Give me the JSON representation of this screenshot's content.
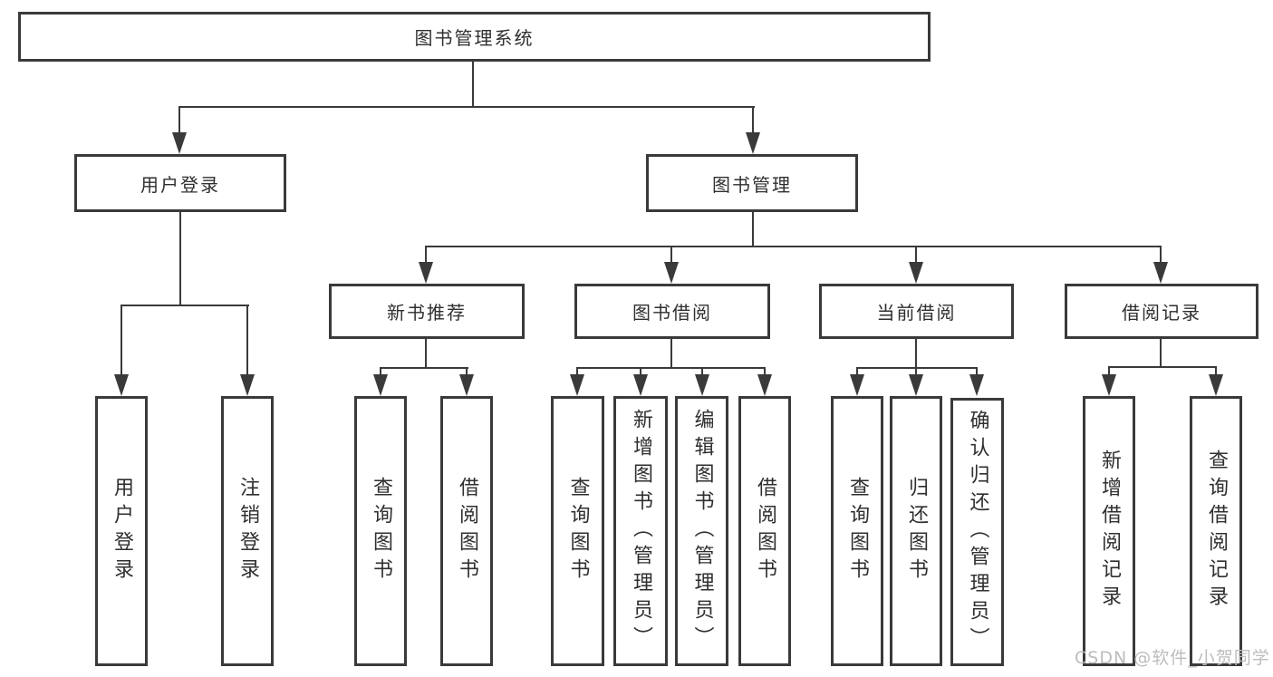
{
  "tree": {
    "root": "图书管理系统",
    "level2": {
      "user_login": "用户登录",
      "book_mgmt": "图书管理"
    },
    "level3": {
      "new_book_rec": "新书推荐",
      "book_borrow": "图书借阅",
      "current_borrow": "当前借阅",
      "borrow_records": "借阅记录"
    },
    "leaves": {
      "user_login": "用户登录",
      "logout": "注销登录",
      "rec_query_book": "查询图书",
      "rec_borrow_book": "借阅图书",
      "bor_query_book": "查询图书",
      "bor_add_book": "新增图书（管理员）",
      "bor_edit_book": "编辑图书（管理员）",
      "bor_borrow_book": "借阅图书",
      "cur_query_book": "查询图书",
      "cur_return_book": "归还图书",
      "cur_confirm_return": "确认归还（管理员）",
      "rec2_add_record": "新增借阅记录",
      "rec2_query_record": "查询借阅记录"
    }
  },
  "watermark": "CSDN @软件_小贺同学",
  "colors": {
    "line": "#3a3a3a",
    "text": "#2f2f2f",
    "watermark": "#bdbdbd",
    "background": "#ffffff"
  }
}
